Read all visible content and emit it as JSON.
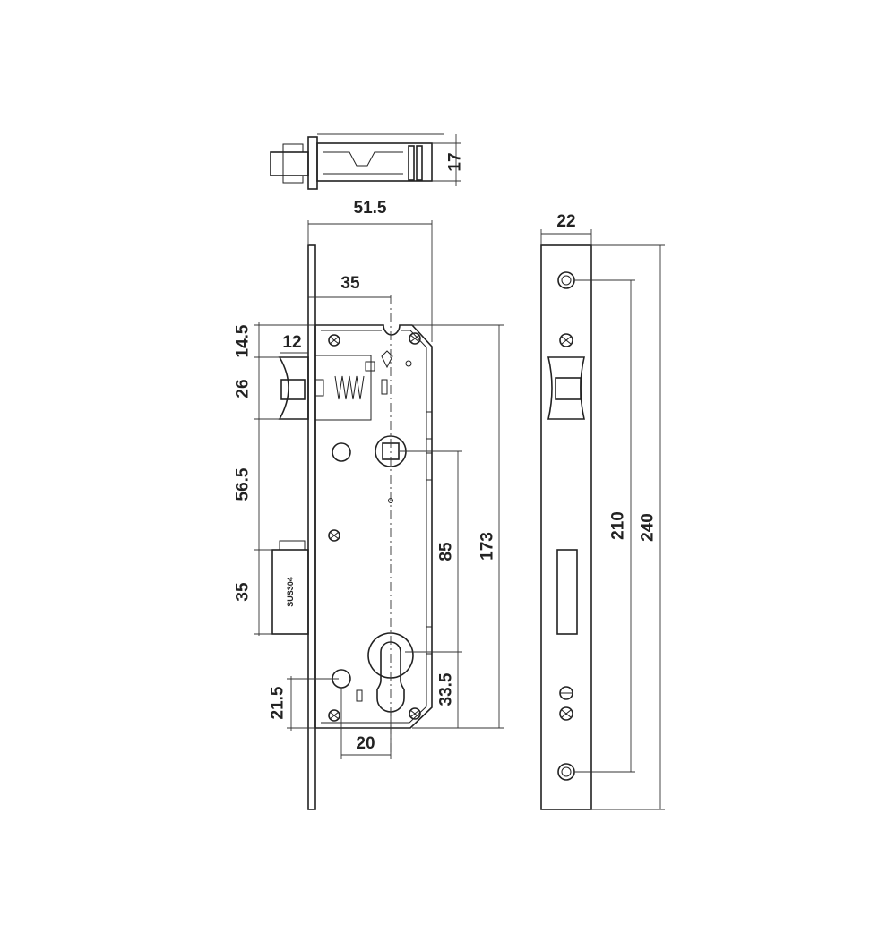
{
  "dimensions": {
    "top_depth": "17",
    "backset_total": "51.5",
    "backset": "35",
    "top_offset": "14.5",
    "latch_projection": "12",
    "latch_height": "26",
    "latch_to_deadbolt": "56.5",
    "deadbolt_height": "35",
    "cylinder_offset": "21.5",
    "cylinder_spacing": "20",
    "handle_to_cylinder": "85",
    "cylinder_to_bottom": "33.5",
    "case_height": "173",
    "faceplate_width": "22",
    "screw_centers": "210",
    "faceplate_height": "240"
  },
  "deadbolt_stamp": "SUS304"
}
